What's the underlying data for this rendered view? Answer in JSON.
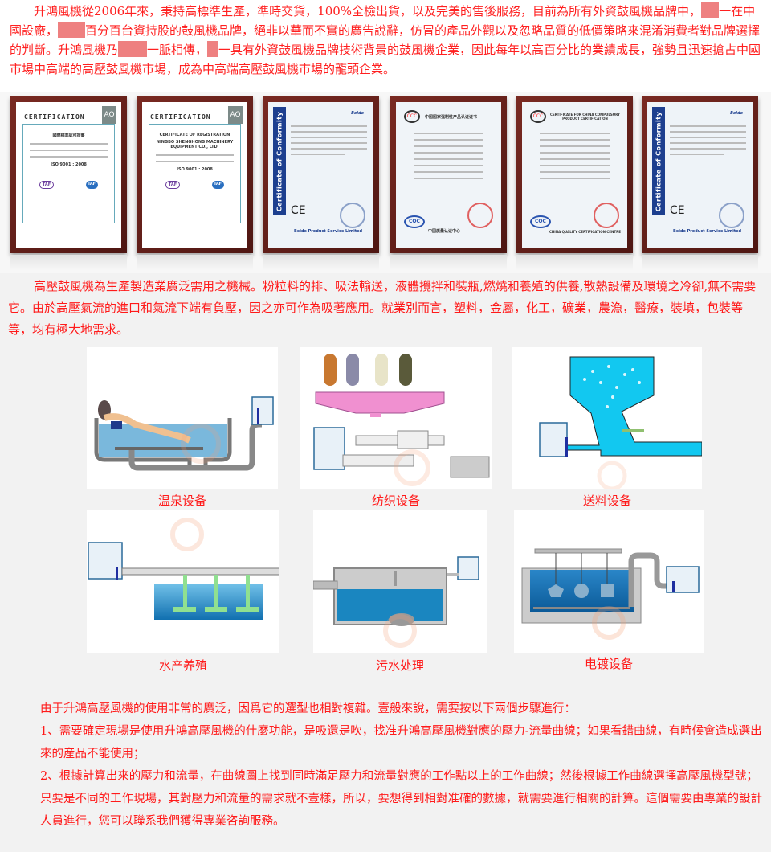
{
  "intro": {
    "seg1": "升鴻風機從2006年來，秉持高標準生產，準時交貨，100%全檢出貨，以及完美的售後服務，目前為所有外資鼓風機品牌中，",
    "seg2": "一在中國設廠，",
    "seg3": "百分百台資持股的鼓風機品牌，絕非以華而不實的廣告說辭，仿冒的產品外觀以及忽略品質的低價策略來混淆消費者對品牌選擇的判斷。升鴻風機乃",
    "seg4": "一脈相傳，",
    "seg5": "一具有外資鼓風機品牌技術背景的鼓風機企業，因此每年以高百分比的業績成長，強勢且迅速搶占中國市場中高端的高壓鼓風機市場，成為中高端高壓鼓風機市場的龍頭企業。"
  },
  "certificates": [
    {
      "type": "iso-chinese",
      "title": "CERTIFICATION",
      "lines": [
        "國際標準認可證書",
        "ISO 9001 : 2008"
      ],
      "logos": [
        "TAF",
        "IAF"
      ]
    },
    {
      "type": "iso-english",
      "title": "CERTIFICATION",
      "lines": [
        "CERTIFICATE OF REGISTRATION",
        "NINGBO SHENGHONG MACHINERY EQUIPMENT CO., LTD.",
        "ISO 9001 : 2008"
      ],
      "logos": [
        "TAF",
        "IAF"
      ]
    },
    {
      "type": "ce",
      "title": "Certificate of Conformity",
      "lines": [
        "Beide",
        "Beide Product Service Limited"
      ],
      "logos": [
        "CE"
      ]
    },
    {
      "type": "ccc-chinese",
      "title": "中国国家强制性产品认证证书",
      "lines": [
        "中国质量认证中心"
      ],
      "logos": [
        "CCC",
        "CQC"
      ]
    },
    {
      "type": "ccc-english",
      "title": "CERTIFICATE FOR CHINA COMPULSORY PRODUCT CERTIFICATION",
      "lines": [
        "CHINA QUALITY CERTIFICATION CENTRE"
      ],
      "logos": [
        "CCC",
        "CQC"
      ]
    },
    {
      "type": "ce",
      "title": "Certificate of Conformity",
      "lines": [
        "Beide",
        "Beide Product Service Limited"
      ],
      "logos": [
        "CE"
      ]
    }
  ],
  "usage_paragraph": "高壓鼓風機為生產製造業廣泛需用之機械。粉粒料的排、吸法輸送，液體攪拌和裝瓶,燃燒和養殖的供養,散熱設備及環境之冷卻,無不需要它。由於高壓氣流的進口和氣流下端有負壓，因之亦可作為吸著應用。就業別而言，塑料，金屬，化工，礦業，農漁，醫療，裝填，包裝等等，均有極大地需求。",
  "applications": [
    {
      "label": "温泉设备",
      "illustration": "hot-spring-bath"
    },
    {
      "label": "纺织设备",
      "illustration": "textile-dyeing"
    },
    {
      "label": "送料设备",
      "illustration": "material-feeding-hopper"
    },
    {
      "label": "水产养殖",
      "illustration": "aquaculture-aeration"
    },
    {
      "label": "污水处理",
      "illustration": "sewage-treatment"
    },
    {
      "label": "电镀设备",
      "illustration": "electroplating-tank"
    }
  ],
  "selection": {
    "intro": "由于升鴻高壓風機的使用非常的廣泛，因爲它的選型也相對複雜。壹般來說，需要按以下兩個步驟進行：",
    "step1": "1、需要確定現場是使用升鴻高壓風機的什麼功能，是吸還是吹，找准升鴻高壓風機對應的壓力-流量曲線；如果看錯曲線，有時候會造成選出來的産品不能使用；",
    "step2": "2、根據計算出來的壓力和流量，在曲線圖上找到同時滿足壓力和流量對應的工作點以上的工作曲線；然後根據工作曲線選擇高壓風機型號；",
    "closing": "只要是不同的工作現場，其對壓力和流量的需求就不壹樣，所以，要想得到相對准確的數據，就需要進行相關的計算。這個需要由專業的設計人員進行，您可以聯系我們獲得專業咨詢服務。"
  },
  "colors": {
    "text_red": "#ff1a1a",
    "redaction": "#ee8080",
    "frame": "#6b2018",
    "water_blue": "#1e88c8",
    "hopper_cyan": "#12c8f0"
  }
}
